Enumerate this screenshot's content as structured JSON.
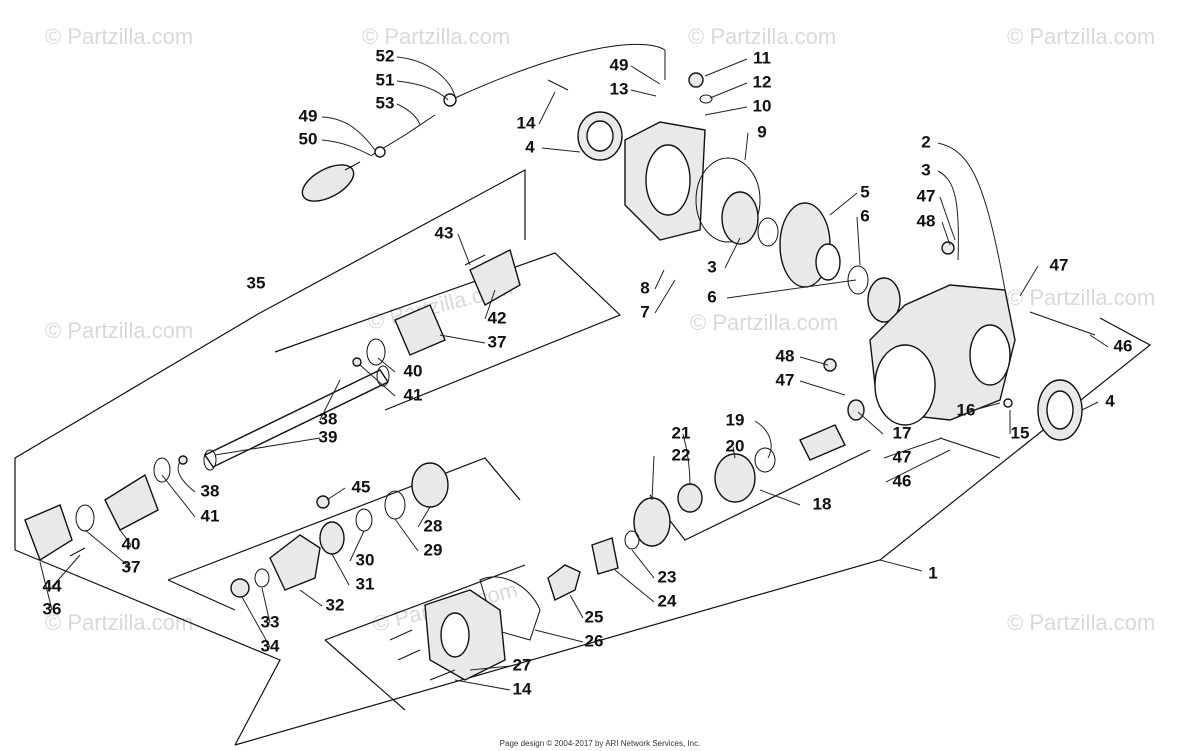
{
  "watermark": "© Partzilla.com",
  "footer": "Page design © 2004-2017 by ARI Network Services, Inc.",
  "labels": [
    "52",
    "51",
    "53",
    "49",
    "50",
    "49",
    "13",
    "11",
    "12",
    "10",
    "9",
    "14",
    "4",
    "2",
    "3",
    "47",
    "48",
    "5",
    "6",
    "43",
    "35",
    "3",
    "8",
    "7",
    "6",
    "42",
    "37",
    "47",
    "40",
    "41",
    "46",
    "48",
    "47",
    "4",
    "38",
    "39",
    "19",
    "20",
    "21",
    "22",
    "16",
    "15",
    "17",
    "47",
    "46",
    "45",
    "18",
    "38",
    "41",
    "40",
    "37",
    "28",
    "29",
    "30",
    "31",
    "23",
    "24",
    "1",
    "44",
    "36",
    "32",
    "33",
    "34",
    "25",
    "26",
    "27",
    "14"
  ]
}
